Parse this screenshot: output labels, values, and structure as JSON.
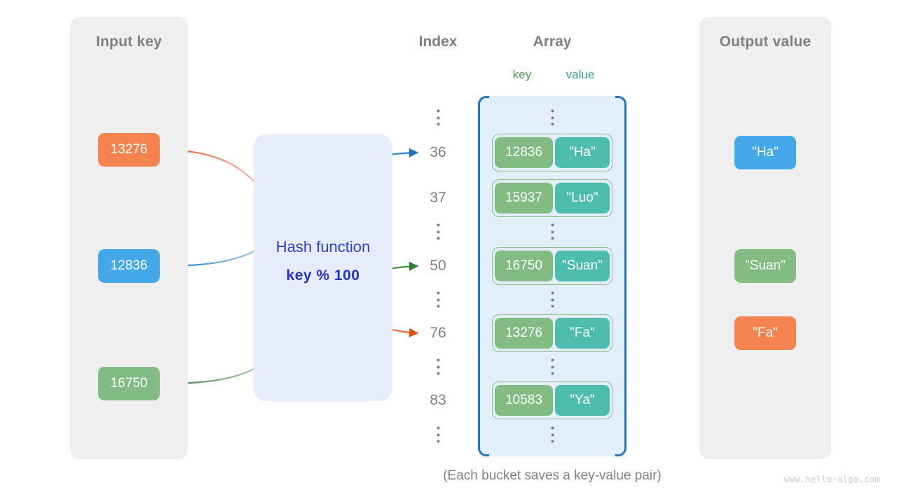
{
  "title": "Hash function mapping keys to array buckets",
  "colors": {
    "orange": "#f5834f",
    "blue": "#43a7e8",
    "green": "#82bc82",
    "teal": "#4fbdae",
    "hash_blue": "#2b3fd0",
    "panel_gray": "#efefef",
    "array_bg": "#e2effa",
    "bracket": "#1f77c4",
    "label_gray": "#808080"
  },
  "input_panel": {
    "title": "Input key",
    "keys": [
      {
        "label": "13276",
        "color": "orange"
      },
      {
        "label": "12836",
        "color": "blue"
      },
      {
        "label": "16750",
        "color": "green"
      }
    ]
  },
  "hash_function": {
    "title": "Hash function",
    "formula": "key % 100"
  },
  "headings": {
    "index": "Index",
    "array": "Array",
    "key": "key",
    "value": "value"
  },
  "index_column": [
    "⋮",
    "36",
    "37",
    "⋮",
    "50",
    "⋮",
    "76",
    "⋮",
    "83",
    "⋮"
  ],
  "buckets": [
    {
      "index": "36",
      "key": "12836",
      "value": "\"Ha\""
    },
    {
      "index": "37",
      "key": "15937",
      "value": "\"Luo\""
    },
    {
      "index": "50",
      "key": "16750",
      "value": "\"Suan\""
    },
    {
      "index": "76",
      "key": "13276",
      "value": "\"Fa\""
    },
    {
      "index": "83",
      "key": "10583",
      "value": "\"Ya\""
    }
  ],
  "output_panel": {
    "title": "Output value",
    "values": [
      {
        "label": "\"Ha\"",
        "color": "blue"
      },
      {
        "label": "\"Suan\"",
        "color": "green"
      },
      {
        "label": "\"Fa\"",
        "color": "orange"
      }
    ]
  },
  "caption": "(Each bucket saves a key-value pair)",
  "watermark": "www.hello-algo.com"
}
